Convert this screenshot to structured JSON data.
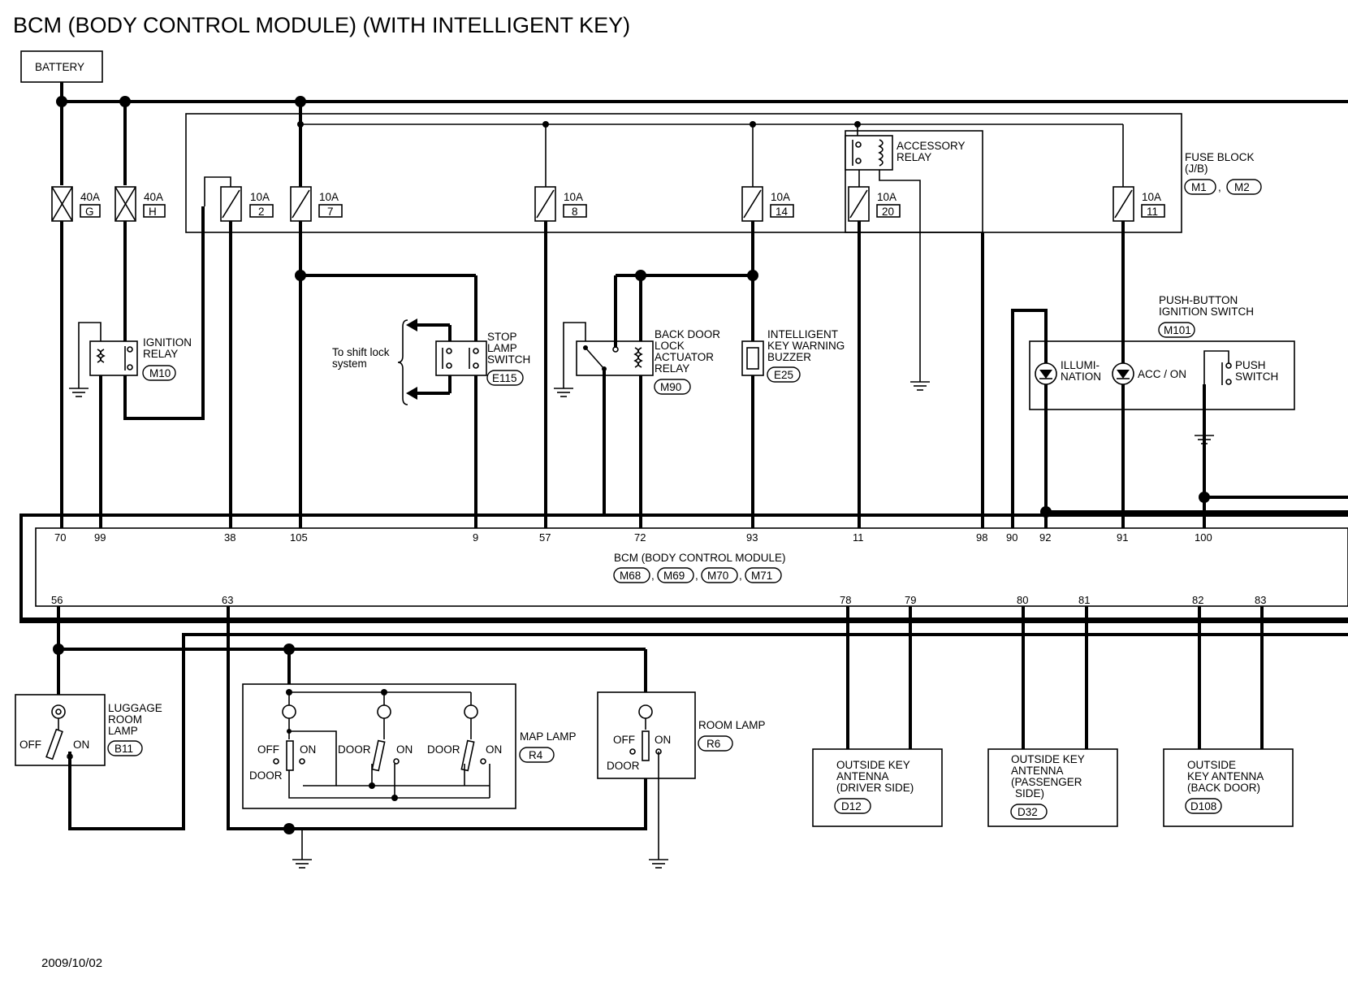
{
  "title": "BCM (BODY CONTROL MODULE) (WITH INTELLIGENT KEY)",
  "date": "2009/10/02",
  "battery": "BATTERY",
  "fuse_block": {
    "label1": "FUSE BLOCK",
    "label2": "(J/B)",
    "conn1": "M1",
    "sep": ",",
    "conn2": "M2"
  },
  "fuses": [
    {
      "rating": "40A",
      "id": "G"
    },
    {
      "rating": "40A",
      "id": "H"
    },
    {
      "rating": "10A",
      "id": "2"
    },
    {
      "rating": "10A",
      "id": "7"
    },
    {
      "rating": "10A",
      "id": "8"
    },
    {
      "rating": "10A",
      "id": "14"
    },
    {
      "rating": "10A",
      "id": "20"
    },
    {
      "rating": "10A",
      "id": "11"
    }
  ],
  "accessory_relay": {
    "line1": "ACCESSORY",
    "line2": "RELAY"
  },
  "ignition_relay": {
    "line1": "IGNITION",
    "line2": "RELAY",
    "conn": "M10"
  },
  "shift_lock": {
    "line1": "To shift lock",
    "line2": "system"
  },
  "stop_lamp": {
    "line1": "STOP",
    "line2": "LAMP",
    "line3": "SWITCH",
    "conn": "E115"
  },
  "back_door_relay": {
    "line1": "BACK DOOR",
    "line2": "LOCK",
    "line3": "ACTUATOR",
    "line4": "RELAY",
    "conn": "M90"
  },
  "buzzer": {
    "line1": "INTELLIGENT",
    "line2": "KEY WARNING",
    "line3": "BUZZER",
    "conn": "E25"
  },
  "push_button": {
    "line1": "PUSH-BUTTON",
    "line2": "IGNITION SWITCH",
    "conn": "M101",
    "illum1": "ILLUMI-",
    "illum2": "NATION",
    "acc": "ACC / ON",
    "push1": "PUSH",
    "push2": "SWITCH"
  },
  "bcm": {
    "label": "BCM (BODY CONTROL MODULE)",
    "conns": [
      "M68",
      "M69",
      "M70",
      "M71"
    ],
    "sep": ","
  },
  "bcm_top_pins": [
    "70",
    "99",
    "38",
    "105",
    "9",
    "57",
    "72",
    "93",
    "11",
    "98",
    "90",
    "92",
    "91",
    "100"
  ],
  "bcm_bottom_pins": [
    "56",
    "63",
    "78",
    "79",
    "80",
    "81",
    "82",
    "83"
  ],
  "luggage_lamp": {
    "line1": "LUGGAGE",
    "line2": "ROOM",
    "line3": "LAMP",
    "conn": "B11",
    "off": "OFF",
    "on": "ON"
  },
  "map_lamp": {
    "label": "MAP LAMP",
    "conn": "R4",
    "off": "OFF",
    "on": "ON",
    "door": "DOOR"
  },
  "room_lamp": {
    "label": "ROOM LAMP",
    "conn": "R6",
    "off": "OFF",
    "on": "ON",
    "door": "DOOR"
  },
  "antenna_driver": {
    "line1": "OUTSIDE KEY",
    "line2": "ANTENNA",
    "line3": "(DRIVER SIDE)",
    "conn": "D12"
  },
  "antenna_passenger": {
    "line1": "OUTSIDE KEY",
    "line2": "ANTENNA",
    "line3": "(PASSENGER",
    "line4": "SIDE)",
    "conn": "D32"
  },
  "antenna_back": {
    "line1": "OUTSIDE",
    "line2": "KEY ANTENNA",
    "line3": "(BACK DOOR)",
    "conn": "D108"
  }
}
